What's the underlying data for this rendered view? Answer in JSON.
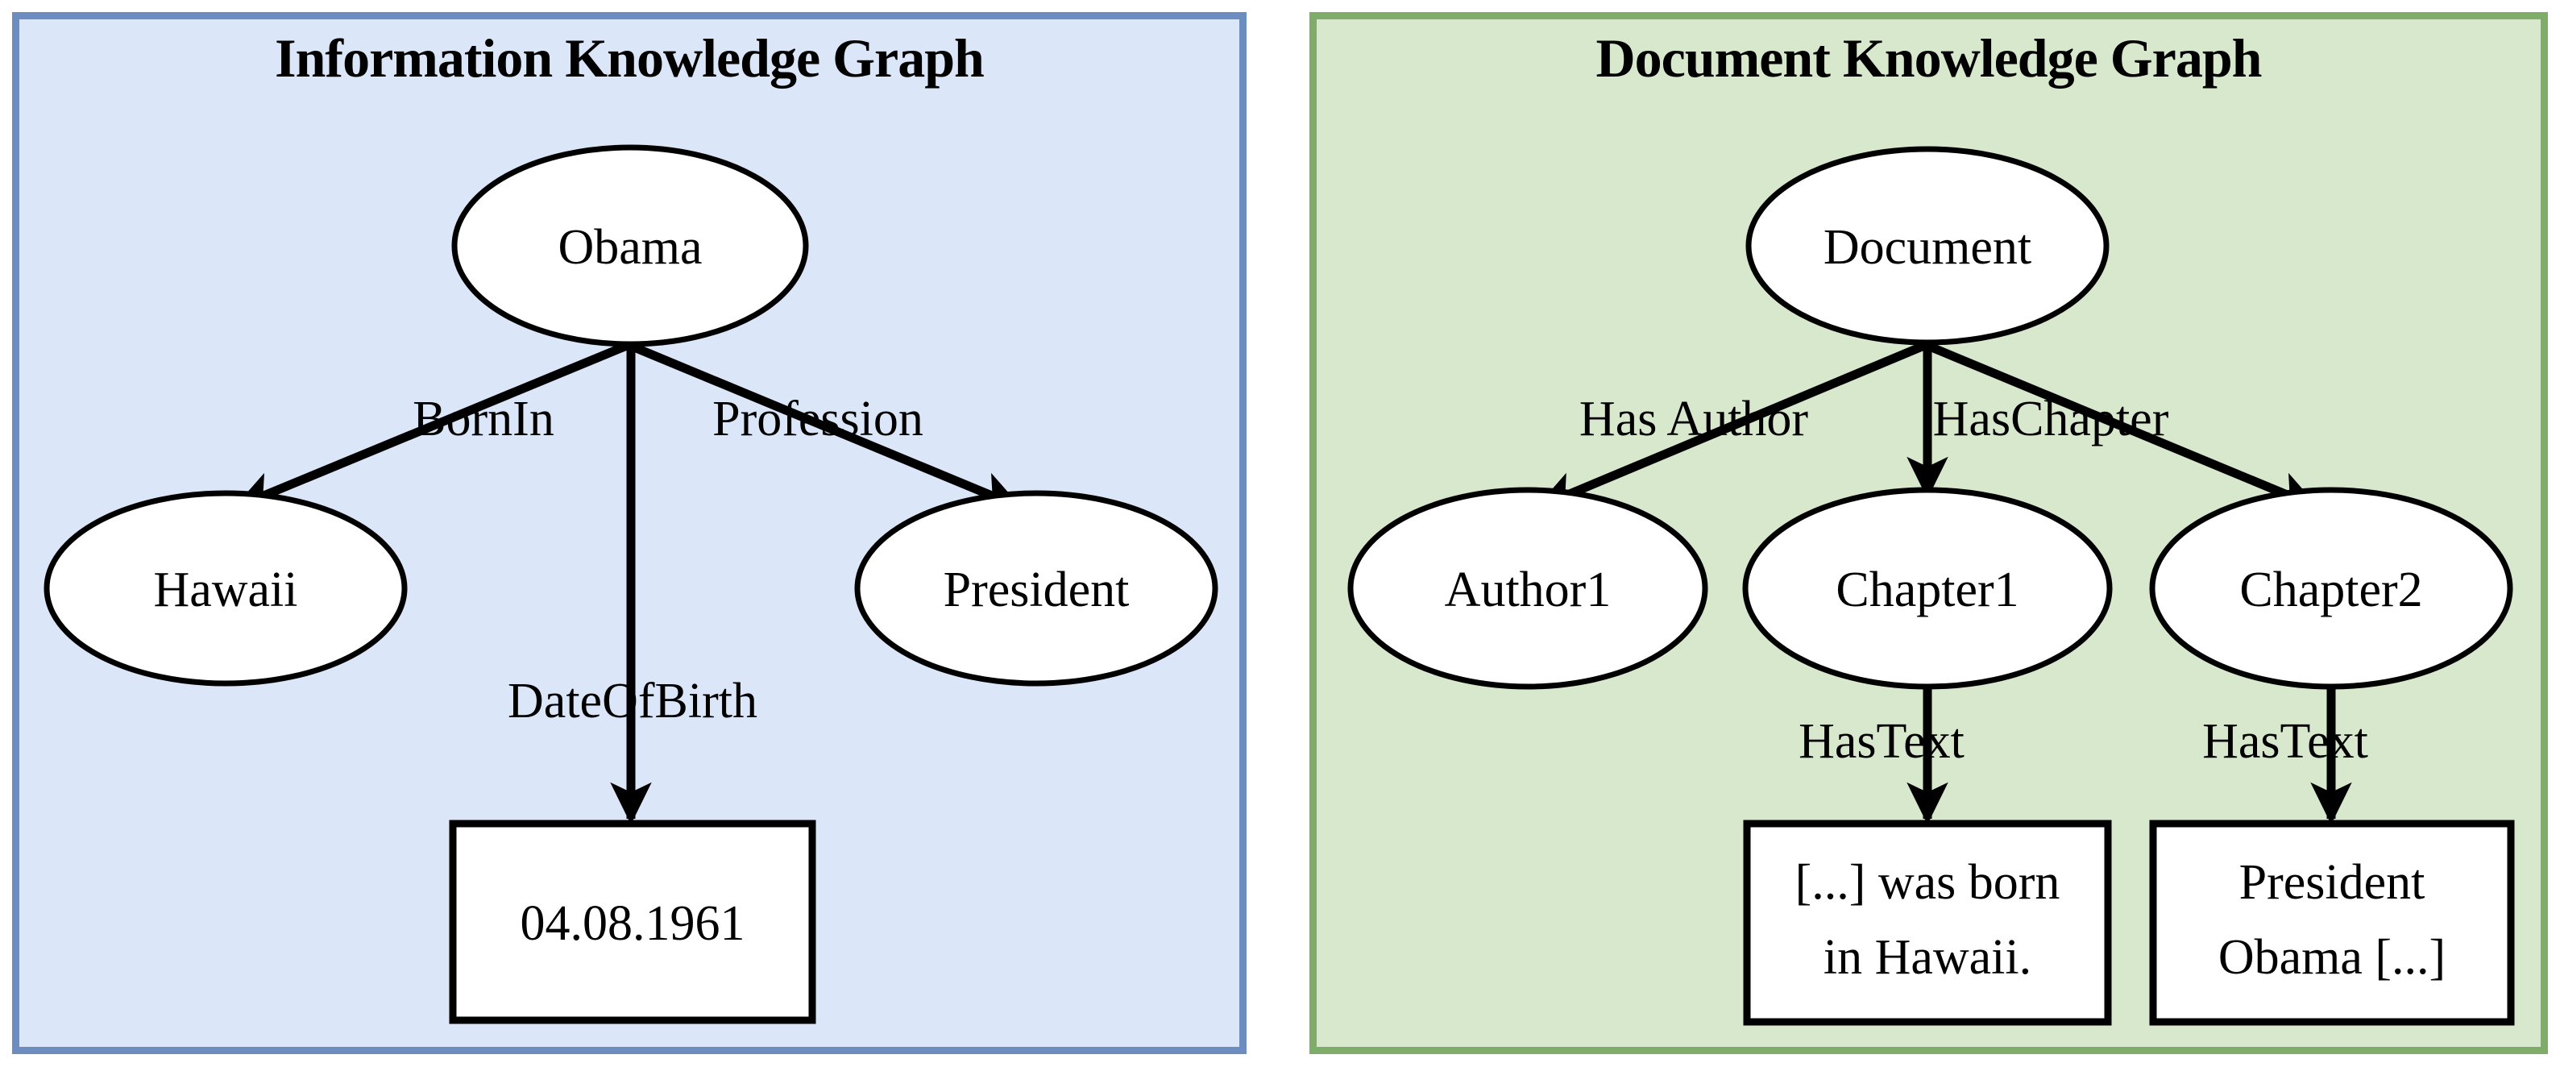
{
  "panels": [
    {
      "id": "information-knowledge-graph",
      "title": "Information Knowledge Graph",
      "fill": "#dbe6f8",
      "border": "#6d8cbf",
      "nodes": [
        {
          "id": "obama",
          "label": "Obama",
          "shape": "ellipse"
        },
        {
          "id": "hawaii",
          "label": "Hawaii",
          "shape": "ellipse"
        },
        {
          "id": "president",
          "label": "President",
          "shape": "ellipse"
        },
        {
          "id": "dob",
          "label": "04.08.1961",
          "shape": "box"
        }
      ],
      "edges": [
        {
          "from": "obama",
          "to": "hawaii",
          "label": "BornIn"
        },
        {
          "from": "obama",
          "to": "president",
          "label": "Profession"
        },
        {
          "from": "obama",
          "to": "dob",
          "label": "DateOfBirth"
        }
      ]
    },
    {
      "id": "document-knowledge-graph",
      "title": "Document Knowledge Graph",
      "fill": "#d7e8cd",
      "border": "#7fac68",
      "nodes": [
        {
          "id": "document",
          "label": "Document",
          "shape": "ellipse"
        },
        {
          "id": "author1",
          "label": "Author1",
          "shape": "ellipse"
        },
        {
          "id": "chapter1",
          "label": "Chapter1",
          "shape": "ellipse"
        },
        {
          "id": "chapter2",
          "label": "Chapter2",
          "shape": "ellipse"
        },
        {
          "id": "text1",
          "label": "[...] was born in Hawaii.",
          "line1": "[...] was born",
          "line2": "in Hawaii.",
          "shape": "box"
        },
        {
          "id": "text2",
          "label": "President Obama [...]",
          "line1": "President",
          "line2": "Obama [...]",
          "shape": "box"
        }
      ],
      "edges": [
        {
          "from": "document",
          "to": "author1",
          "label": "Has Author"
        },
        {
          "from": "document",
          "to": "chapter1",
          "label": "HasChapter"
        },
        {
          "from": "document",
          "to": "chapter2",
          "label": "HasChapter"
        },
        {
          "from": "chapter1",
          "to": "text1",
          "label": "HasText"
        },
        {
          "from": "chapter2",
          "to": "text2",
          "label": "HasText"
        }
      ]
    }
  ],
  "colors": {
    "left_panel_fill": "#dbe6f8",
    "left_panel_border": "#6d8cbf",
    "right_panel_fill": "#d7e8cd",
    "right_panel_border": "#7fac68",
    "node_fill": "#ffffff",
    "stroke": "#000000"
  }
}
